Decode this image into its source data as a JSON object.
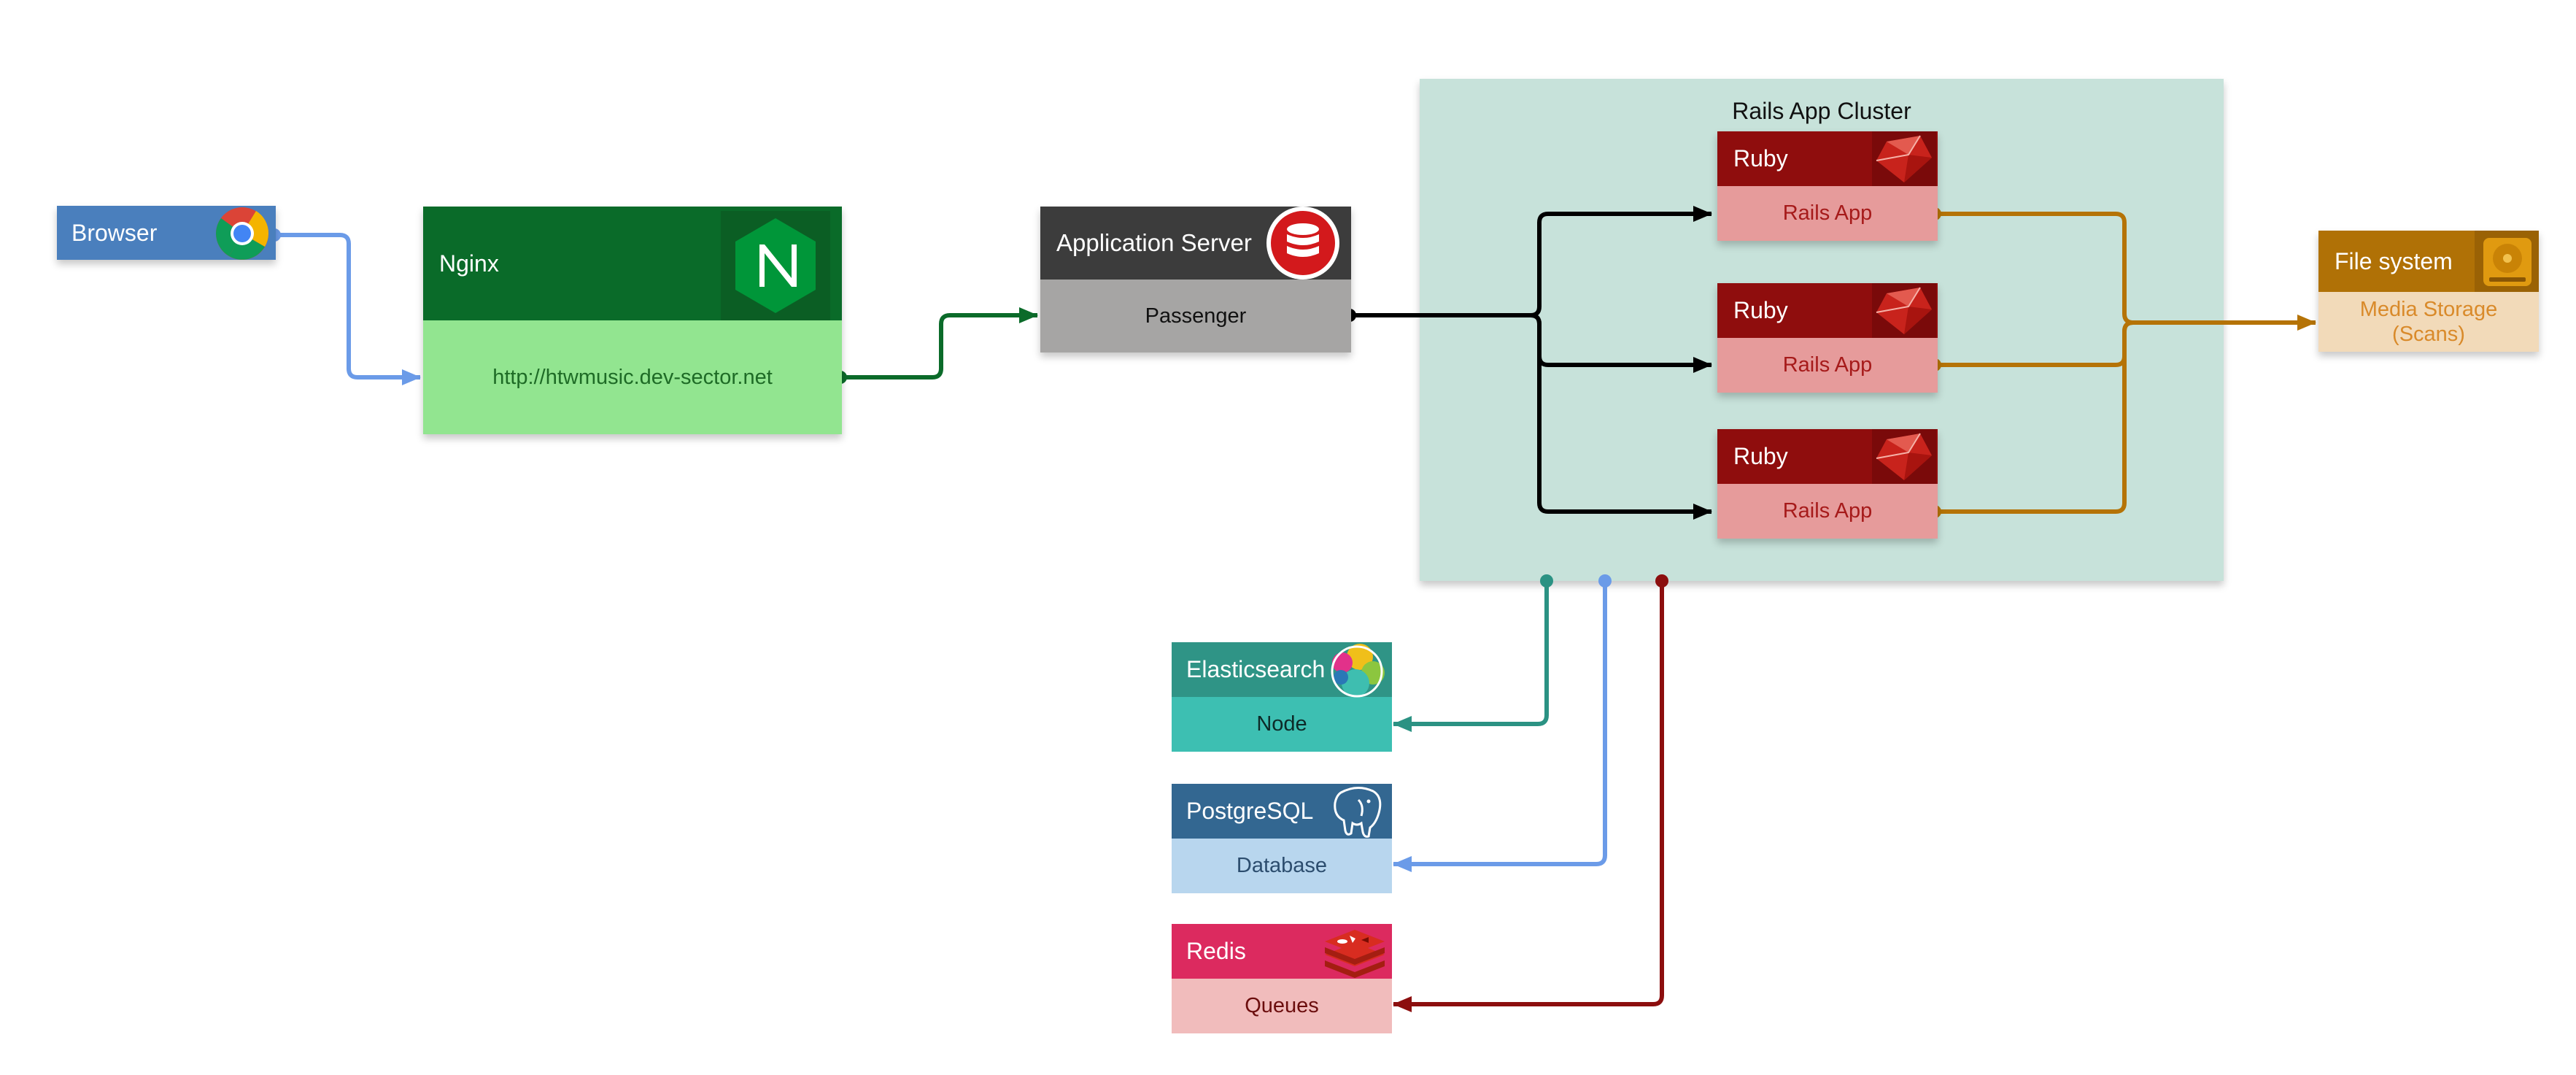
{
  "colors": {
    "browser_header": "#4a7fbd",
    "nginx_header": "#0a6b29",
    "nginx_body": "#92e590",
    "appserver_header": "#3c3c3c",
    "appserver_body": "#a6a5a4",
    "cluster_bg": "#c7e2da",
    "ruby_header": "#8f0d0d",
    "ruby_body": "#e69b9b",
    "fs_header": "#b07106",
    "fs_body": "#f2dab9",
    "elastic_header": "#2f9486",
    "elastic_body": "#3dbfb2",
    "pg_header": "#336791",
    "pg_body": "#b8d6ee",
    "redis_header": "#dc2a5f",
    "redis_body": "#f1bcbc",
    "wire_blue": "#6b9be8",
    "wire_green": "#0b6b2a",
    "wire_black": "#000000",
    "wire_gold": "#b57306",
    "wire_teal": "#2b9283",
    "wire_darkred": "#8c0e0e"
  },
  "browser": {
    "label": "Browser",
    "icon": "chrome-icon"
  },
  "nginx": {
    "label": "Nginx",
    "url": "http://htwmusic.dev-sector.net",
    "icon": "nginx-icon"
  },
  "appserver": {
    "label": "Application Server",
    "body": "Passenger",
    "icon": "database-icon"
  },
  "cluster": {
    "label": "Rails App Cluster",
    "nodes": [
      {
        "header": "Ruby",
        "body": "Rails App",
        "icon": "ruby-icon"
      },
      {
        "header": "Ruby",
        "body": "Rails App",
        "icon": "ruby-icon"
      },
      {
        "header": "Ruby",
        "body": "Rails App",
        "icon": "ruby-icon"
      }
    ]
  },
  "filesystem": {
    "label": "File system",
    "body": "Media Storage\n(Scans)",
    "icon": "hard-drive-icon"
  },
  "elasticsearch": {
    "label": "Elasticsearch",
    "body": "Node",
    "icon": "elasticsearch-icon"
  },
  "postgresql": {
    "label": "PostgreSQL",
    "body": "Database",
    "icon": "elephant-icon"
  },
  "redis": {
    "label": "Redis",
    "body": "Queues",
    "icon": "redis-icon"
  }
}
